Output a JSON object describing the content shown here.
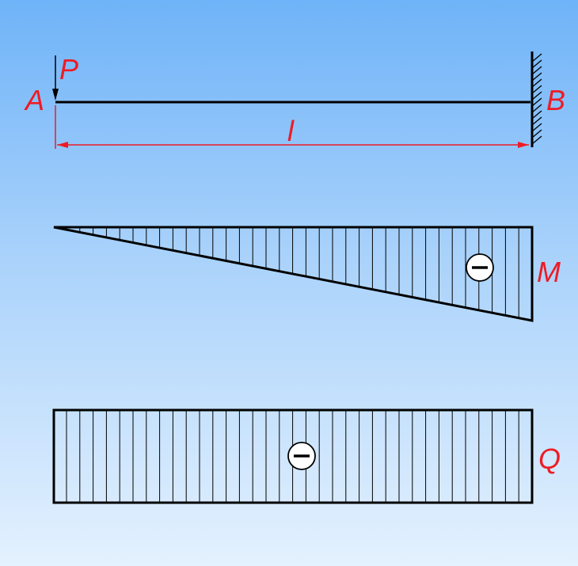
{
  "labels": {
    "point_a": "A",
    "point_b": "B",
    "load": "P",
    "length": "l",
    "moment_diagram": "M",
    "shear_diagram": "Q"
  },
  "sign_symbol": "minus-sign-icon",
  "colors": {
    "labels": "#ee1b24",
    "lines": "#000000",
    "dimension": "#ee1b24",
    "background_top": "#6fb3f8",
    "background_bottom": "#e4f1fe"
  }
}
